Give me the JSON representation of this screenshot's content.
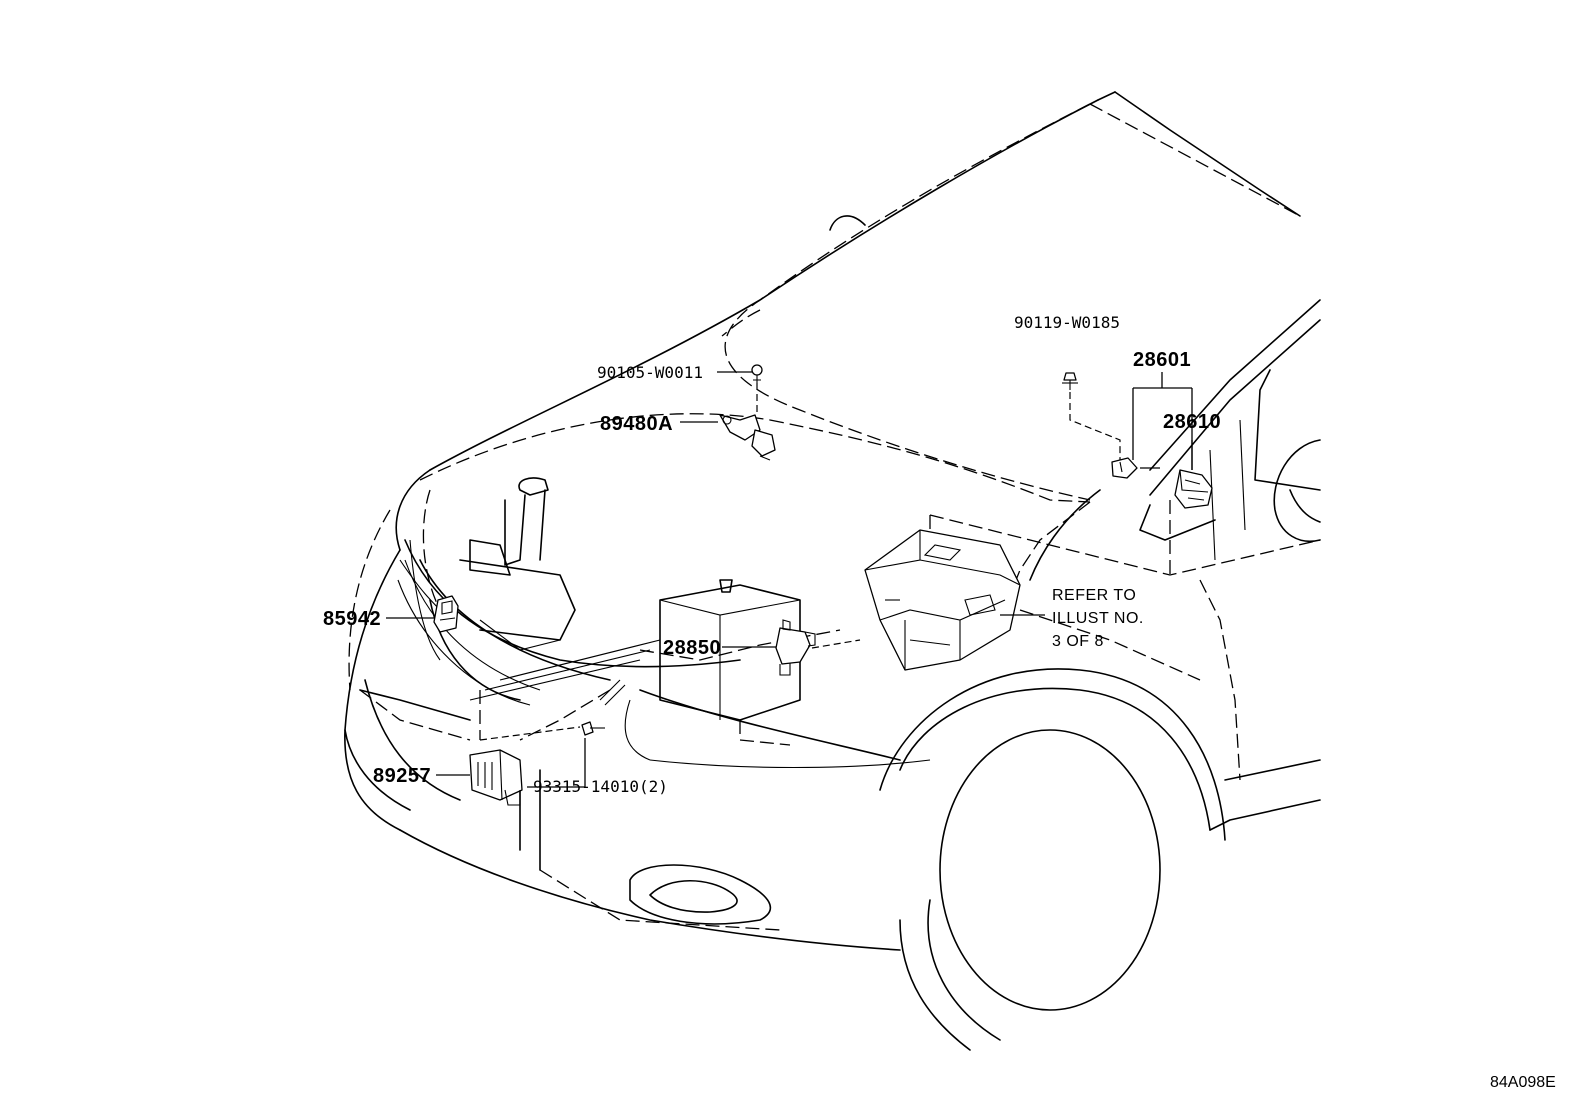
{
  "diagram": {
    "drawing_code": "84A098E",
    "parts": [
      {
        "id": "fastener-90105",
        "label": "90105-W0011"
      },
      {
        "id": "sensor-89480A",
        "label": "89480A"
      },
      {
        "id": "fastener-90119",
        "label": "90119-W0185"
      },
      {
        "id": "assy-28601",
        "label": "28601"
      },
      {
        "id": "relay-28610",
        "label": "28610"
      },
      {
        "id": "relay-85942",
        "label": "85942"
      },
      {
        "id": "sensor-28850",
        "label": "28850"
      },
      {
        "id": "module-89257",
        "label": "89257"
      },
      {
        "id": "bolt-93315",
        "label": "93315-14010(2)"
      }
    ],
    "reference_note": [
      "REFER TO",
      "ILLUST NO.",
      "3 OF 8"
    ]
  }
}
